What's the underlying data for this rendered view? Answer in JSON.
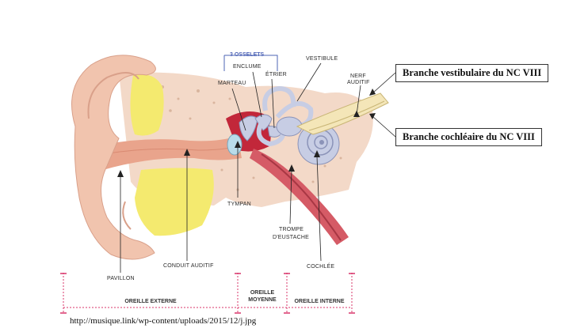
{
  "callouts": {
    "vestibular": "Branche vestibulaire du NC VIII",
    "cochlear": "Branche cochléaire du NC VIII"
  },
  "labels": {
    "ossicles_group": "3 OSSELETS",
    "incus": "ENCLUME",
    "stapes": "ÉTRIER",
    "malleus": "MARTEAU",
    "vestibule": "VESTIBULE",
    "nerve_line1": "NERF",
    "nerve_line2": "AUDITIF",
    "eardrum": "TYMPAN",
    "eustachian_line1": "TROMPE",
    "eustachian_line2": "D'EUSTACHE",
    "cochlea": "COCHLÉE",
    "pinna": "PAVILLON",
    "ear_canal": "CONDUIT AUDITIF"
  },
  "regions": {
    "outer": "OREILLE EXTERNE",
    "middle_line1": "OREILLE",
    "middle_line2": "MOYENNE",
    "inner": "OREILLE INTERNE"
  },
  "source_url": "http://musique.link/wp-content/uploads/2015/12/j.jpg",
  "colors": {
    "skin": "#f1c4ae",
    "bone": "#f3d9c8",
    "cartilage": "#f4ea6f",
    "canal": "#e9a48c",
    "ossicles": "#c7cde4",
    "tube": "#d55b66",
    "nerve": "#f4e6b8",
    "region_mark": "#d8346a",
    "group_bracket": "#4e64b6"
  }
}
